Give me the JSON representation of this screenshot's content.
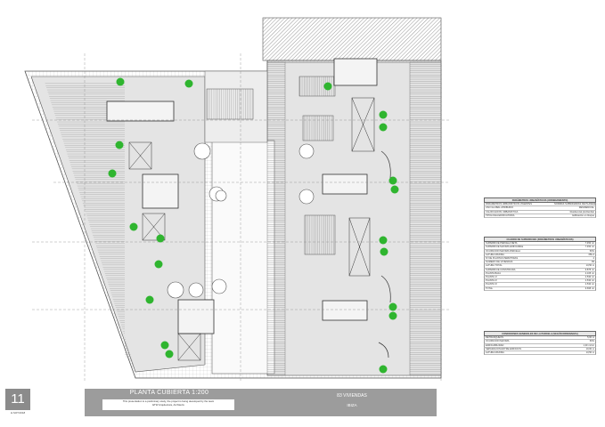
{
  "sheet": {
    "number": "11",
    "code": "H.SOT.0018"
  },
  "plan_title": "PLANTA CUBIERTA 1:200",
  "note_lines": [
    "This presentation is a preliminary study, the project is being developed by the team",
    "ETW Arquitectura, Architects"
  ],
  "project": {
    "name": "83 VIVIENDAS",
    "place": "IBIZA"
  },
  "table_parameters": {
    "title": "PARÁMETROS URBANÍSTICOS (ORDENAMIENTO)",
    "rows": [
      [
        "PARÁMETROS URBANÍSTICOS VIGENTES",
        "NORMAS SUBSIDIARIAS DE PLANEAMIENTO"
      ],
      [
        "USO GLOBAL ATRIBUIDO",
        "RESIDENCIAL"
      ],
      [
        "CALIFICACIÓN URBANÍSTICA",
        "Residencial plurifamiliar"
      ],
      [
        "TIPOLOGÍA EDIFICATORIA",
        "Edificación en bloque"
      ]
    ]
  },
  "table_surfaces": {
    "title": "CUADRO DE SUPERFICIES (PARÁMETROS URBANÍSTICOS)",
    "rows": [
      [
        "SUPERFICIE PARCELA NETA",
        "7.450 m²"
      ],
      [
        "SUPERFICIE MÁXIMA EDIFICABLE",
        "7.450 m²"
      ],
      [
        "OCUPACIÓN MÁXIMA PARCELA",
        "50%"
      ],
      [
        "ALTURA MÁXIMA",
        "PB+3"
      ],
      [
        "Nº DE PLANTAS PERMITIDAS",
        "4"
      ],
      [
        "NÚMERO DE VIVIENDAS",
        "83"
      ],
      [
        "ALTURA TOTAL",
        "13,50 m"
      ],
      [
        "SUPERFICIE CONSTRUIDA",
        "9.875 m²"
      ],
      [
        "PLANTA BAJA",
        "2.105 m²"
      ],
      [
        "PLANTA 1ª",
        "2.530 m²"
      ],
      [
        "PLANTA 2ª",
        "2.530 m²"
      ],
      [
        "PLANTA 3ª",
        "2.530 m²"
      ],
      [
        "TOTAL",
        "9.695 m²"
      ]
    ]
  },
  "table_conditions": {
    "title": "CONDICIONES GENERALES DE LA PARCELA (SEGÚN ORDENANZA)",
    "rows": [
      [
        "RETRANQUEOS",
        "5,00 m"
      ],
      [
        "OCUPACIÓN MÁXIMA",
        "50%"
      ],
      [
        "EDIFICABILIDAD",
        "1,30 m²/m²"
      ],
      [
        "SEPARACIÓN ENTRE EDIFICIOS",
        "10,00 m"
      ],
      [
        "ALTURA MÁXIMA",
        "13,50 m"
      ]
    ]
  },
  "colors": {
    "line": "#555555",
    "hatch": "#9a9a9a",
    "tree": "#2fb52f",
    "band": "#9c9c9c"
  }
}
